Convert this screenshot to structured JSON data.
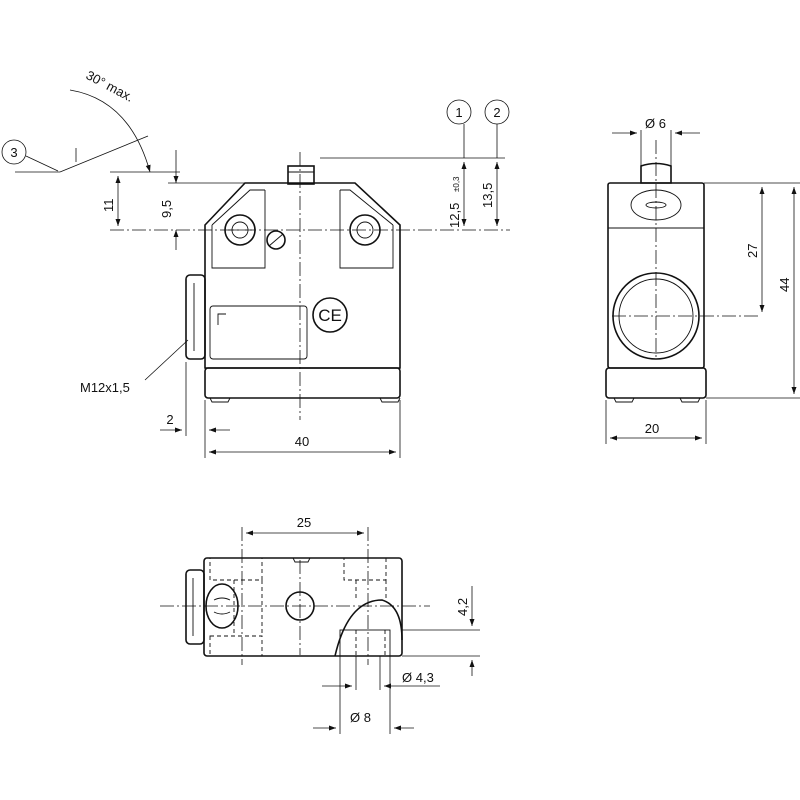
{
  "dimensions": {
    "top_front": {
      "angle": "30° max.",
      "d11": "11",
      "d9_5": "9,5",
      "d12_5": "12,5",
      "tol": "±0,3",
      "d13_5": "13,5",
      "d40": "40",
      "d2": "2",
      "thread": "M12x1,5"
    },
    "side": {
      "dia6": "Ø 6",
      "d27": "27",
      "d44": "44",
      "d20": "20"
    },
    "bottom": {
      "d25": "25",
      "d4_2": "4,2",
      "dia4_3": "Ø 4,3",
      "dia8": "Ø 8"
    }
  },
  "callouts": {
    "c1": "1",
    "c2": "2",
    "c3": "3"
  },
  "marks": {
    "ce": "CE"
  }
}
